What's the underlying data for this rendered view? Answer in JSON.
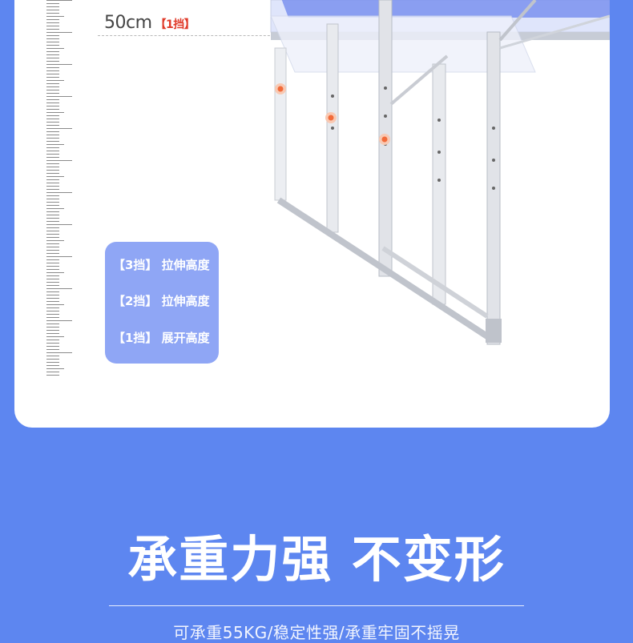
{
  "ruler": {
    "height_value": "50cm",
    "gear": "【1挡】"
  },
  "legend": {
    "items": [
      {
        "label": "【3挡】 拉伸高度"
      },
      {
        "label": "【2挡】 拉伸高度"
      },
      {
        "label": "【1挡】 展开高度"
      }
    ]
  },
  "headline": "承重力强 不变形",
  "subline": "可承重55KG/稳定性强/承重牢固不摇晃",
  "colors": {
    "background": "#5d86f0",
    "legend_bg": "#8fa6f5",
    "marker": "#f26b3a",
    "gear_text": "#e03b2a"
  }
}
